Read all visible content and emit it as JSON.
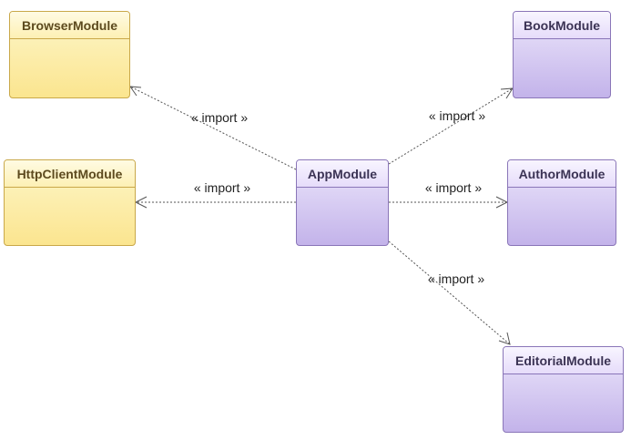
{
  "modules": {
    "browser": "BrowserModule",
    "http_client": "HttpClientModule",
    "app": "AppModule",
    "book": "BookModule",
    "author": "AuthorModule",
    "editorial": "EditorialModule"
  },
  "relations": [
    {
      "from": "app",
      "to": "browser",
      "label": "« import »"
    },
    {
      "from": "app",
      "to": "http_client",
      "label": "« import »"
    },
    {
      "from": "app",
      "to": "book",
      "label": "« import »"
    },
    {
      "from": "app",
      "to": "author",
      "label": "« import »"
    },
    {
      "from": "app",
      "to": "editorial",
      "label": "« import »"
    }
  ],
  "colors": {
    "external_module": "#fbe58f",
    "app_module": "#c3b3ea",
    "connector": "#555555"
  }
}
